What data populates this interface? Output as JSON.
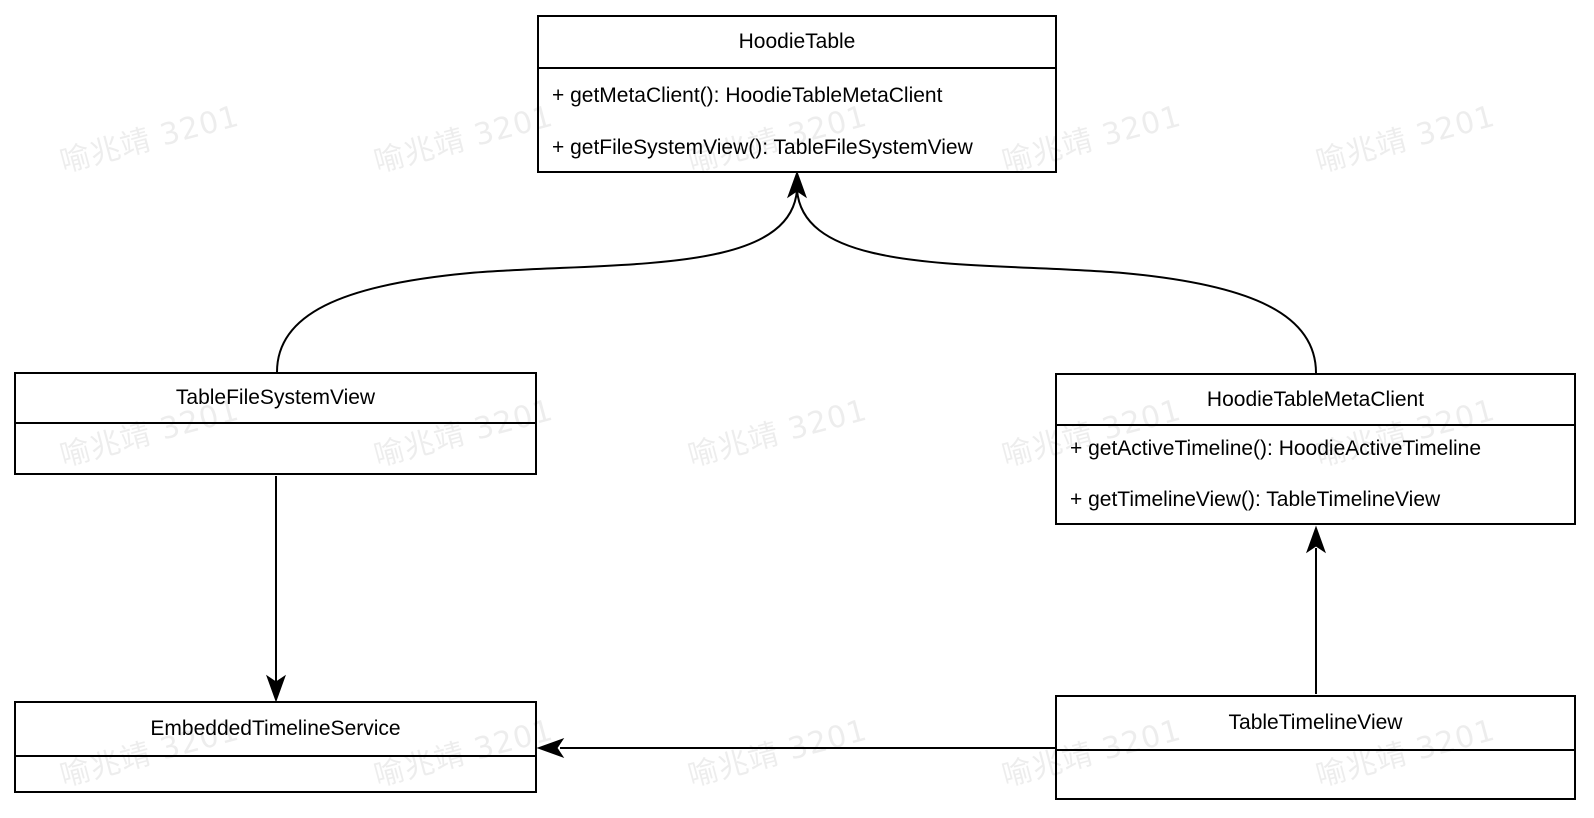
{
  "diagram": {
    "classes": [
      {
        "name": "HoodieTable",
        "methods": [
          "+ getMetaClient(): HoodieTableMetaClient",
          "+ getFileSystemView(): TableFileSystemView"
        ]
      },
      {
        "name": "TableFileSystemView",
        "methods": []
      },
      {
        "name": "HoodieTableMetaClient",
        "methods": [
          "+ getActiveTimeline(): HoodieActiveTimeline",
          "+ getTimelineView(): TableTimelineView"
        ]
      },
      {
        "name": "EmbeddedTimelineService",
        "methods": []
      },
      {
        "name": "TableTimelineView",
        "methods": []
      }
    ],
    "relations": [
      {
        "from": "TableFileSystemView",
        "to": "HoodieTable",
        "style": "curved-arrow"
      },
      {
        "from": "HoodieTableMetaClient",
        "to": "HoodieTable",
        "style": "curved-arrow"
      },
      {
        "from": "TableFileSystemView",
        "to": "EmbeddedTimelineService",
        "style": "straight-arrow"
      },
      {
        "from": "TableTimelineView",
        "to": "HoodieTableMetaClient",
        "style": "straight-arrow"
      },
      {
        "from": "TableTimelineView",
        "to": "EmbeddedTimelineService",
        "style": "straight-arrow"
      }
    ]
  },
  "watermark": {
    "text": "喻兆靖 3201"
  },
  "colors": {
    "line": "#000000",
    "box_fill": "#ffffff",
    "background": "#ffffff",
    "watermark": "rgba(0,0,0,0.07)"
  }
}
